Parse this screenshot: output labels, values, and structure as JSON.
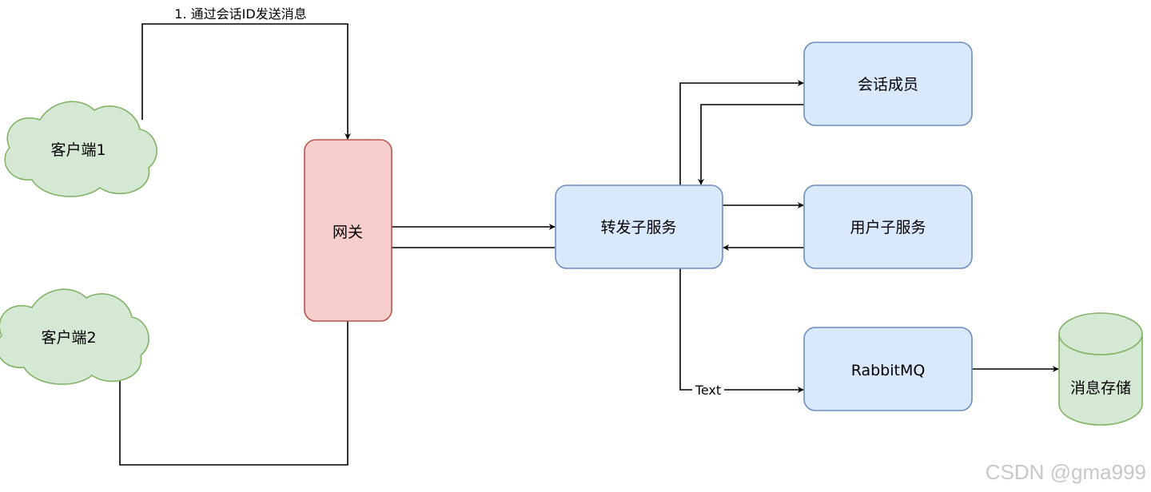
{
  "nodes": {
    "client1": "客户端1",
    "client2": "客户端2",
    "gateway": "网关",
    "forward_service": "转发子服务",
    "session_members": "会话成员",
    "user_service": "用户子服务",
    "rabbitmq": "RabbitMQ",
    "message_storage": "消息存储"
  },
  "edges": {
    "send_by_session_id": "1. 通过会话ID发送消息",
    "text": "Text"
  },
  "watermark": "CSDN @gma999",
  "colors": {
    "cloud_fill": "#d5e8d4",
    "cloud_stroke": "#82b366",
    "gateway_fill": "#f8cecc",
    "gateway_stroke": "#b85450",
    "service_fill": "#dae8fc",
    "service_stroke": "#6c8ebf",
    "edge_stroke": "#000000"
  }
}
